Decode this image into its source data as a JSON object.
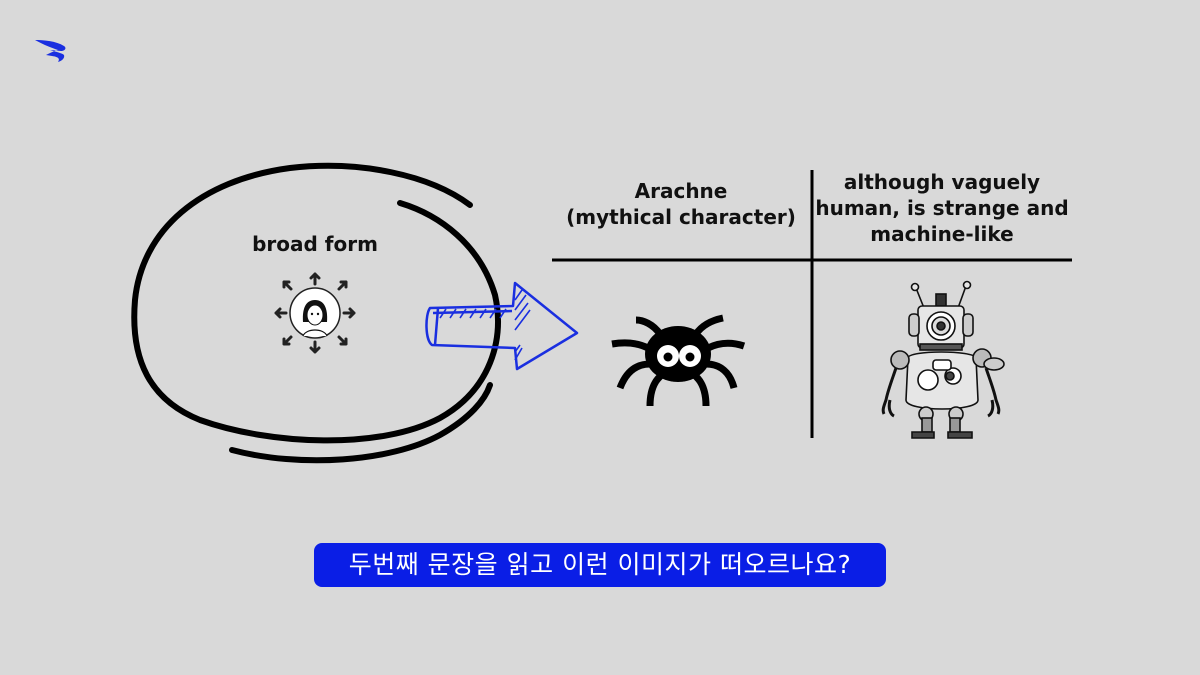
{
  "logo": {
    "icon": "brand-logo-icon",
    "color": "#1a2fe0"
  },
  "left_panel": {
    "title": "broad form",
    "icon": "person-expanding-arrows-icon"
  },
  "table": {
    "columns": [
      {
        "header": "Arachne\n(mythical character)",
        "header_lines": [
          "Arachne",
          "(mythical character)"
        ],
        "image": "spider-icon"
      },
      {
        "header": "although vaguely human, is strange and machine-like",
        "header_lines": [
          "although vaguely",
          "human, is strange and",
          "machine-like"
        ],
        "image": "robot-illustration"
      }
    ]
  },
  "arrow": {
    "icon": "right-arrow-sketch-icon",
    "color": "#1a2fe0"
  },
  "subtitle": {
    "text": "두번째 문장을 읽고 이런 이미지가 떠오르나요?",
    "background": "#0a1ee6"
  }
}
